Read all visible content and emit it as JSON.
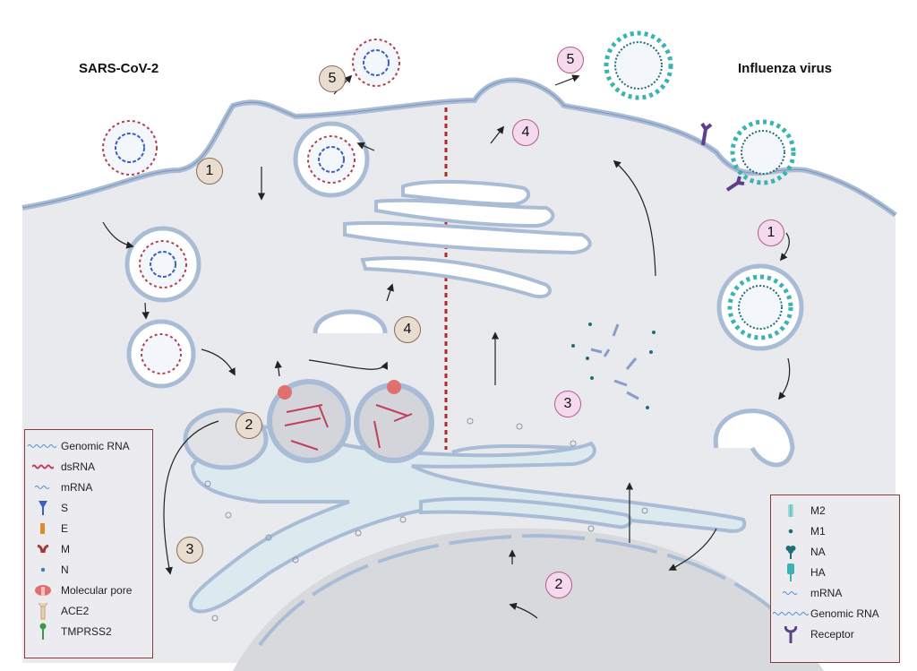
{
  "titles": {
    "left": "SARS-CoV-2",
    "right": "Influenza virus"
  },
  "sars_steps": [
    "1",
    "2",
    "3",
    "4",
    "5"
  ],
  "flu_steps": [
    "1",
    "2",
    "3",
    "4",
    "5"
  ],
  "legend_sars": [
    {
      "icon": "genomic-rna-icon",
      "label": "Genomic RNA"
    },
    {
      "icon": "dsrna-icon",
      "label": "dsRNA"
    },
    {
      "icon": "mrna-icon",
      "label": "mRNA"
    },
    {
      "icon": "spike-protein-icon",
      "label": "S"
    },
    {
      "icon": "envelope-protein-icon",
      "label": "E"
    },
    {
      "icon": "membrane-protein-icon",
      "label": "M"
    },
    {
      "icon": "nucleocapsid-icon",
      "label": "N"
    },
    {
      "icon": "molecular-pore-icon",
      "label": "Molecular pore"
    },
    {
      "icon": "ace2-icon",
      "label": "ACE2"
    },
    {
      "icon": "tmprss2-icon",
      "label": "TMPRSS2"
    }
  ],
  "legend_flu": [
    {
      "icon": "m2-icon",
      "label": "M2"
    },
    {
      "icon": "m1-icon",
      "label": "M1"
    },
    {
      "icon": "neuraminidase-icon",
      "label": "NA"
    },
    {
      "icon": "hemagglutinin-icon",
      "label": "HA"
    },
    {
      "icon": "mrna-icon",
      "label": "mRNA"
    },
    {
      "icon": "genomic-rna-icon",
      "label": "Genomic RNA"
    },
    {
      "icon": "receptor-icon",
      "label": "Receptor"
    }
  ],
  "colors": {
    "cytoplasm": "#e9eaee",
    "membrane": "#a9bcd6",
    "membrane_dark": "#7d94b8",
    "er_lumen": "#dceaf0",
    "nucleus": "#d8d9dd",
    "sars_spike": "#3e5fc0",
    "sars_m": "#a33a3a",
    "flu_ha": "#3bb3b3",
    "flu_na": "#1f6f7a",
    "receptor": "#5d3f8a",
    "divider": "#b02a2a",
    "legend_border": "#8a3b3b"
  }
}
